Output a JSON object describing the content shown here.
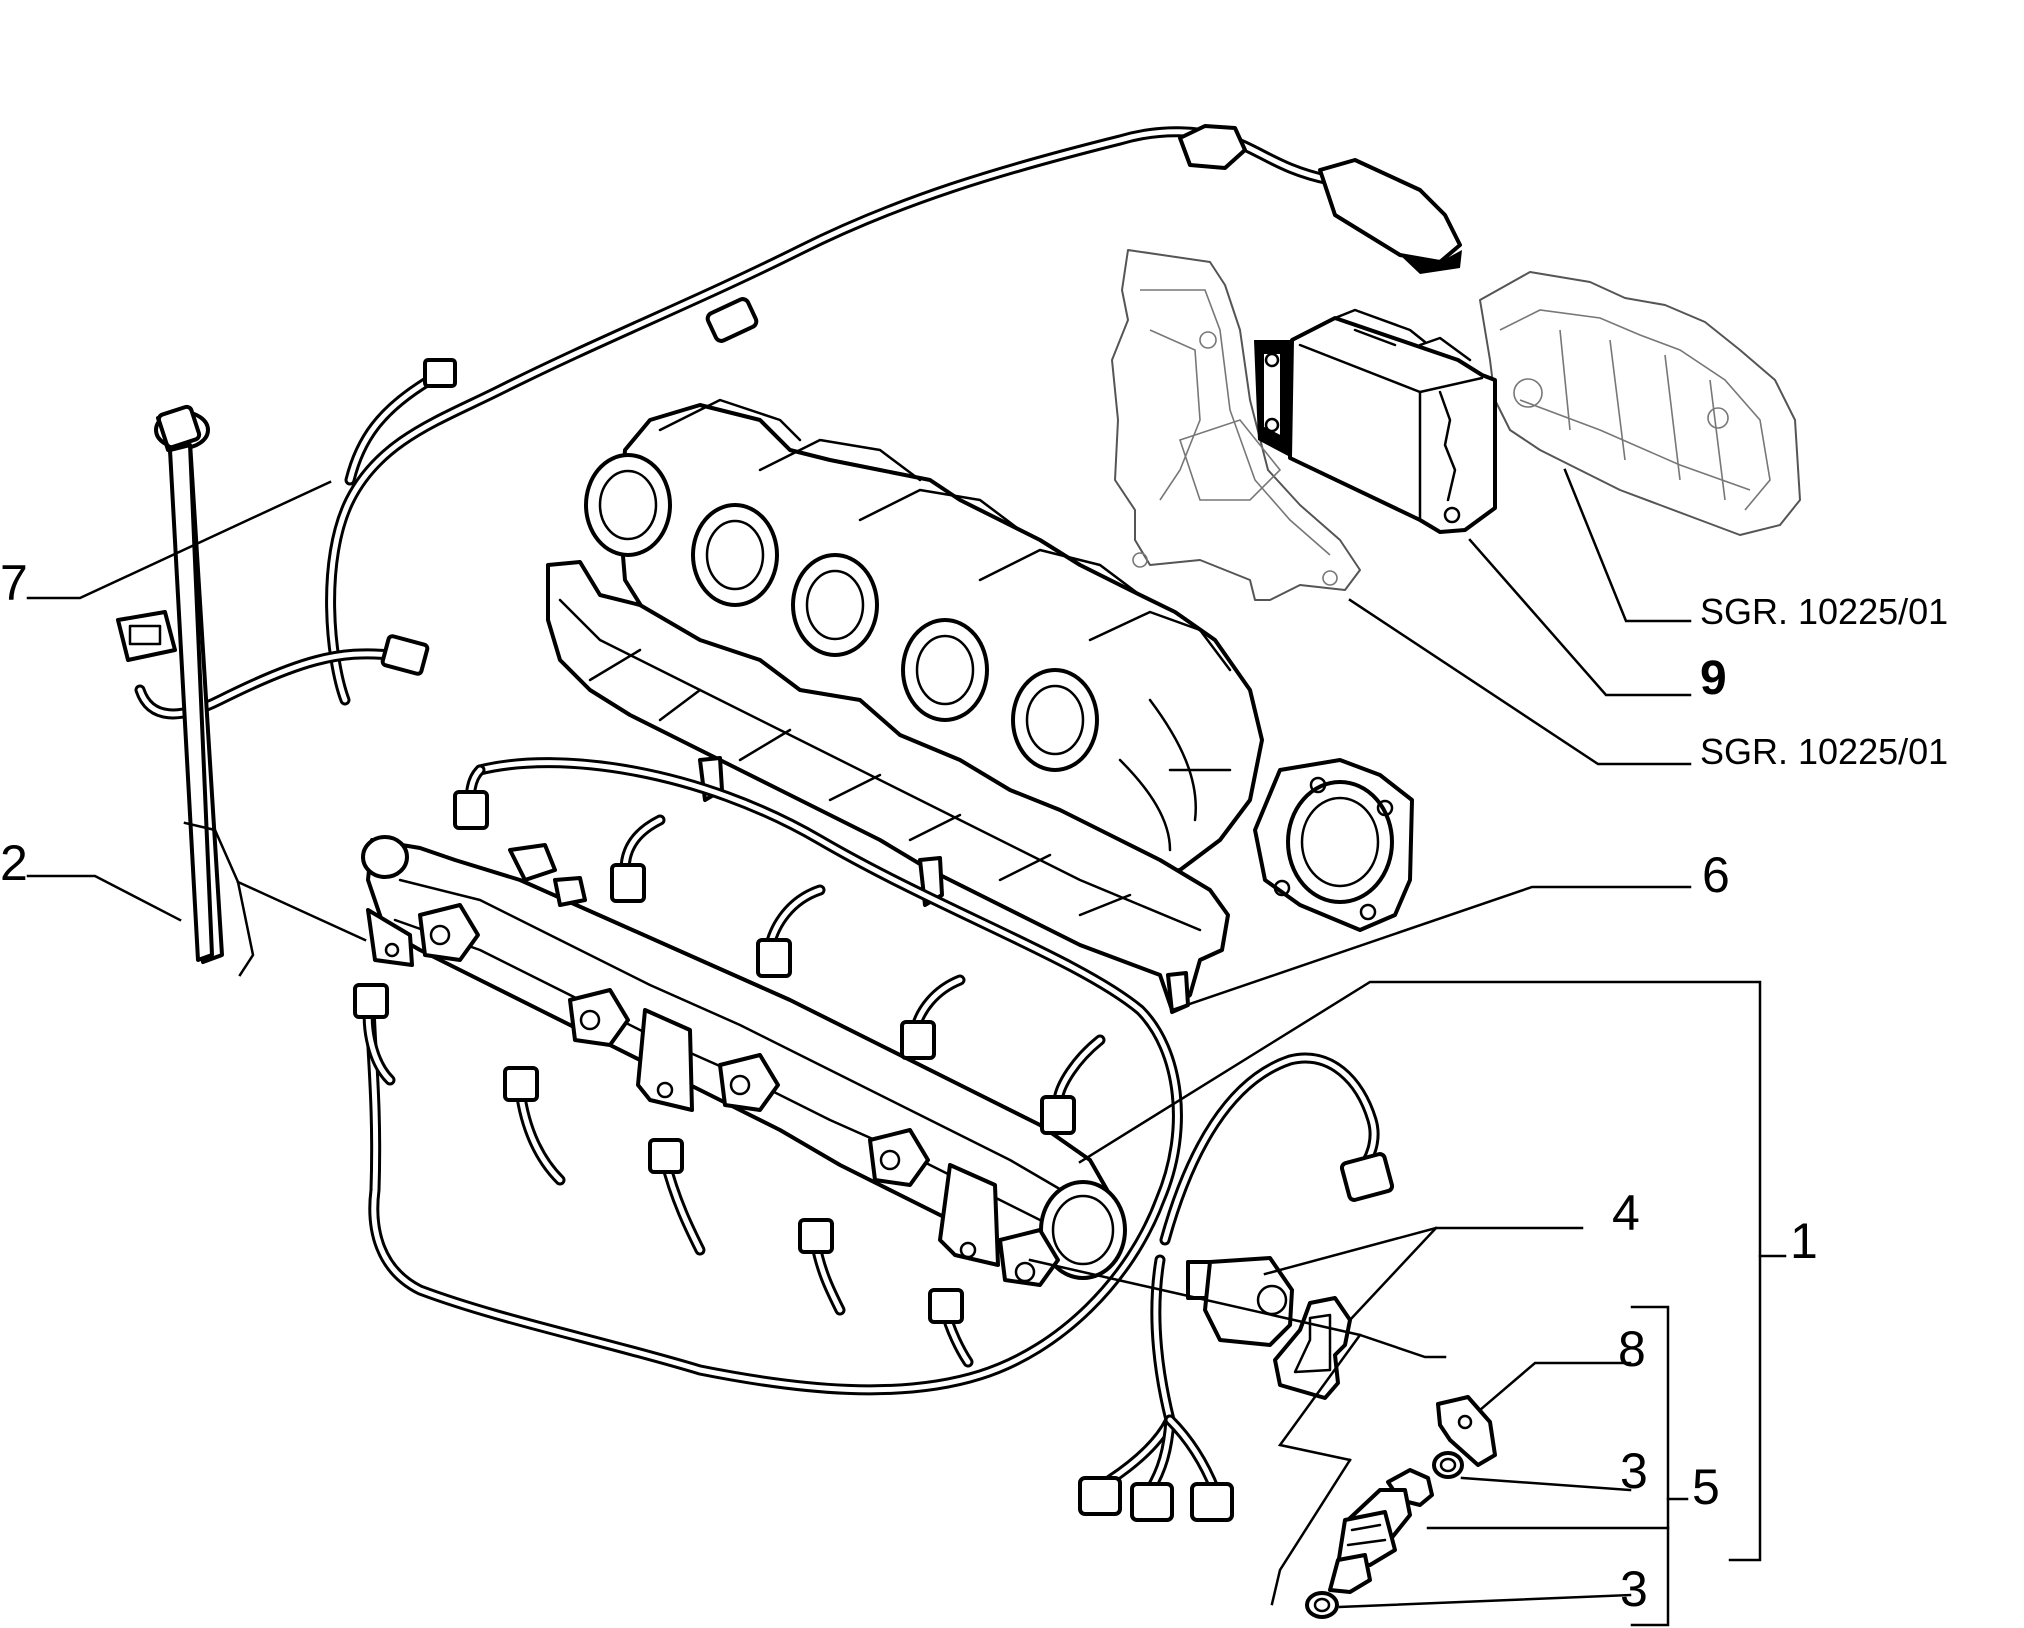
{
  "diagram": {
    "callouts": {
      "c1": "1",
      "c2": "2",
      "c3_upper": "3",
      "c3_lower": "3",
      "c4": "4",
      "c5": "5",
      "c6": "6",
      "c7": "7",
      "c8": "8",
      "c9": "9"
    },
    "references": {
      "ref_upper": "SGR. 10225/01",
      "ref_lower": "SGR. 10225/01"
    },
    "colors": {
      "ink": "#000000",
      "paper": "#ffffff",
      "reference_parts": "#555555"
    }
  }
}
